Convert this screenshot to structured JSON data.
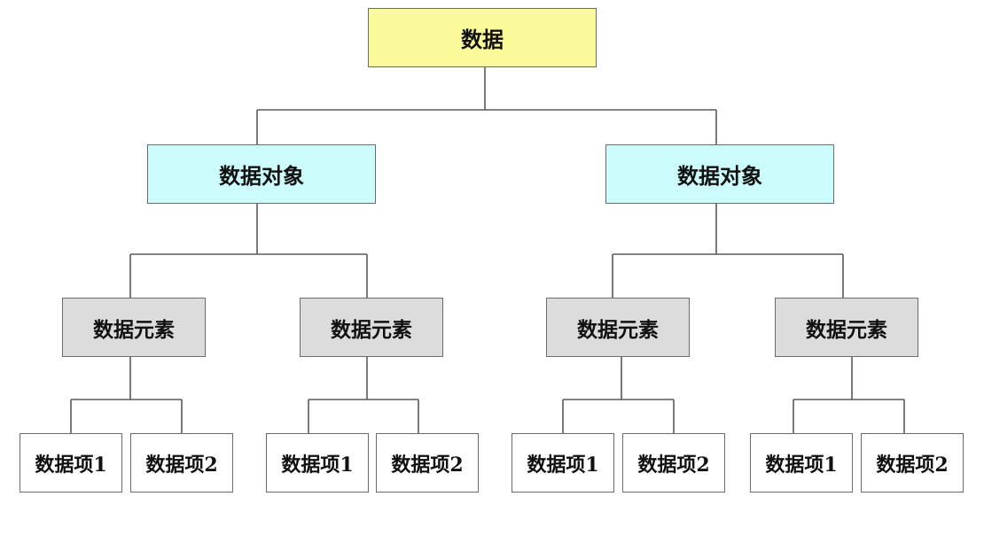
{
  "colors": {
    "root_fill": "#fafa9b",
    "object_fill": "#cdfcfc",
    "element_fill": "#dcdcdc",
    "item_fill": "#ffffff",
    "border": "#6b6b6b",
    "line": "#5a5a5a"
  },
  "root": {
    "label": "数据"
  },
  "objects": [
    {
      "label": "数据对象",
      "elements": [
        {
          "label": "数据元素",
          "items": [
            {
              "label": "数据项1"
            },
            {
              "label": "数据项2"
            }
          ]
        },
        {
          "label": "数据元素",
          "items": [
            {
              "label": "数据项1"
            },
            {
              "label": "数据项2"
            }
          ]
        }
      ]
    },
    {
      "label": "数据对象",
      "elements": [
        {
          "label": "数据元素",
          "items": [
            {
              "label": "数据项1"
            },
            {
              "label": "数据项2"
            }
          ]
        },
        {
          "label": "数据元素",
          "items": [
            {
              "label": "数据项1"
            },
            {
              "label": "数据项2"
            }
          ]
        }
      ]
    }
  ]
}
